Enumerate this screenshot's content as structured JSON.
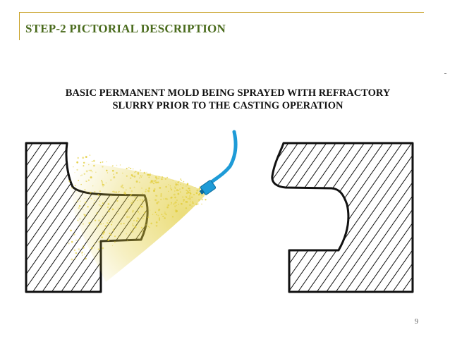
{
  "slide": {
    "title": "STEP-2 PICTORIAL DESCRIPTION",
    "caption_line1": "BASIC PERMANENT MOLD BEING SPRAYED WITH REFRACTORY",
    "caption_line2": "SLURRY PRIOR TO THE CASTING OPERATION",
    "page_number": "9"
  },
  "colors": {
    "accent_rule": "#c9a227",
    "title_text": "#4a6b1d",
    "spray_gun": "#1e9bd7",
    "slurry_spray": "#e2cd3a",
    "mold_outline": "#111111"
  }
}
